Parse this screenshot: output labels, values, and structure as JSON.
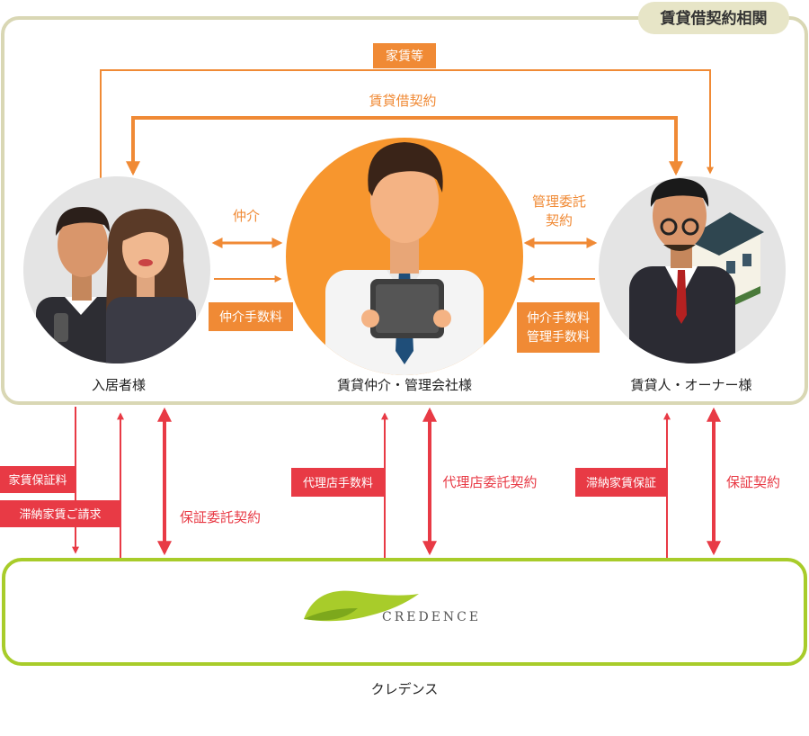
{
  "top_group": {
    "title": "賃貸借契約相関"
  },
  "parties": {
    "tenant": {
      "label": "入居者様"
    },
    "agent": {
      "label": "賃貸仲介・管理会社様"
    },
    "owner": {
      "label": "賃貸人・オーナー様"
    },
    "credence": {
      "label": "クレデンス",
      "logo_text": "CREDENCE"
    }
  },
  "flows": {
    "rent_etc": "家賃等",
    "lease_contract": "賃貸借契約",
    "brokerage": "仲介",
    "brokerage_fee": "仲介手数料",
    "mgmt_contract_line1": "管理委託",
    "mgmt_contract_line2": "契約",
    "fee_line1": "仲介手数料",
    "fee_line2": "管理手数料",
    "rent_guarantee_fee": "家賃保証料",
    "overdue_billing": "滞納家賃ご請求",
    "guarantee_consignment": "保証委託契約",
    "agency_fee": "代理店手数料",
    "agency_consignment": "代理店委託契約",
    "overdue_guarantee": "滞納家賃保証",
    "guarantee_contract": "保証契約"
  },
  "colors": {
    "orange": "#f08a35",
    "red": "#e83a45",
    "olive_border": "#d9d7b4",
    "olive_tab": "#e7e5c7",
    "green_border": "#a8cc2a",
    "circle_gray": "#e4e4e4",
    "circle_orange": "#f7962e"
  }
}
